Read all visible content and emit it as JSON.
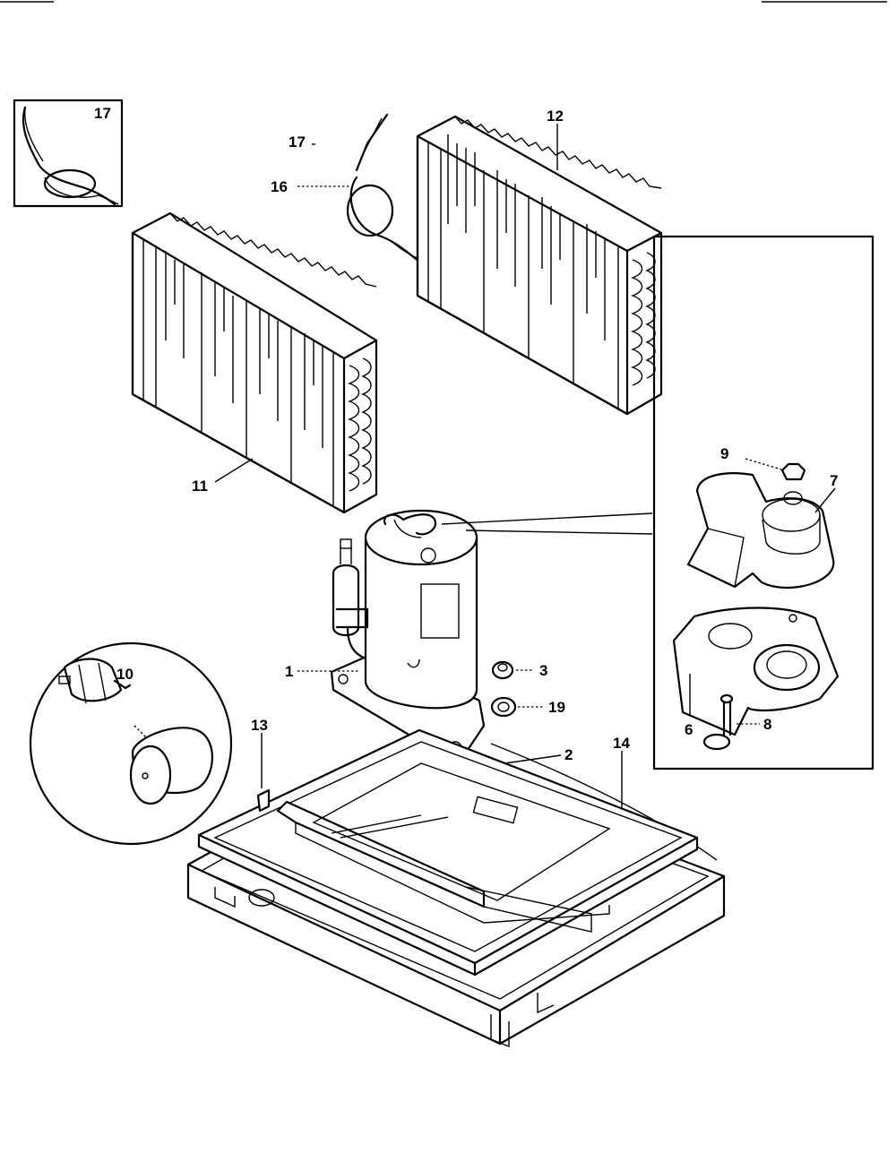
{
  "diagram": {
    "callouts": {
      "c1": "1",
      "c2": "2",
      "c3": "3",
      "c6": "6",
      "c7": "7",
      "c8": "8",
      "c9": "9",
      "c10": "10",
      "c11": "11",
      "c12": "12",
      "c13": "13",
      "c14": "14",
      "c16": "16",
      "c17_inset": "17",
      "c17_main": "17",
      "c19": "19"
    },
    "parts": [
      "condenser-coil",
      "evaporator-coil",
      "capillary-tube",
      "compressor",
      "overload-cover",
      "base-pan",
      "drain-pan",
      "capacitor-detail"
    ]
  }
}
